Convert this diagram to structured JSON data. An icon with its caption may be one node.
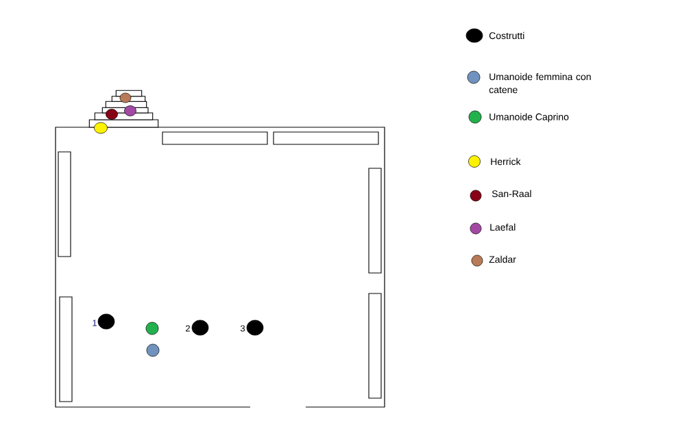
{
  "diagram": {
    "labels": [
      "1",
      "2",
      "3"
    ],
    "legend": [
      {
        "text": "Costrutti",
        "color": "#000000"
      },
      {
        "text": "Umanoide femmina con catene",
        "color": "#7092be"
      },
      {
        "text": "Umanoide Caprino",
        "color": "#22b14c"
      },
      {
        "text": "Herrick",
        "color": "#fff200"
      },
      {
        "text": "San-Raal",
        "color": "#880015"
      },
      {
        "text": "Laefal",
        "color": "#a349a4"
      },
      {
        "text": "Zaldar",
        "color": "#b97a57"
      }
    ]
  }
}
